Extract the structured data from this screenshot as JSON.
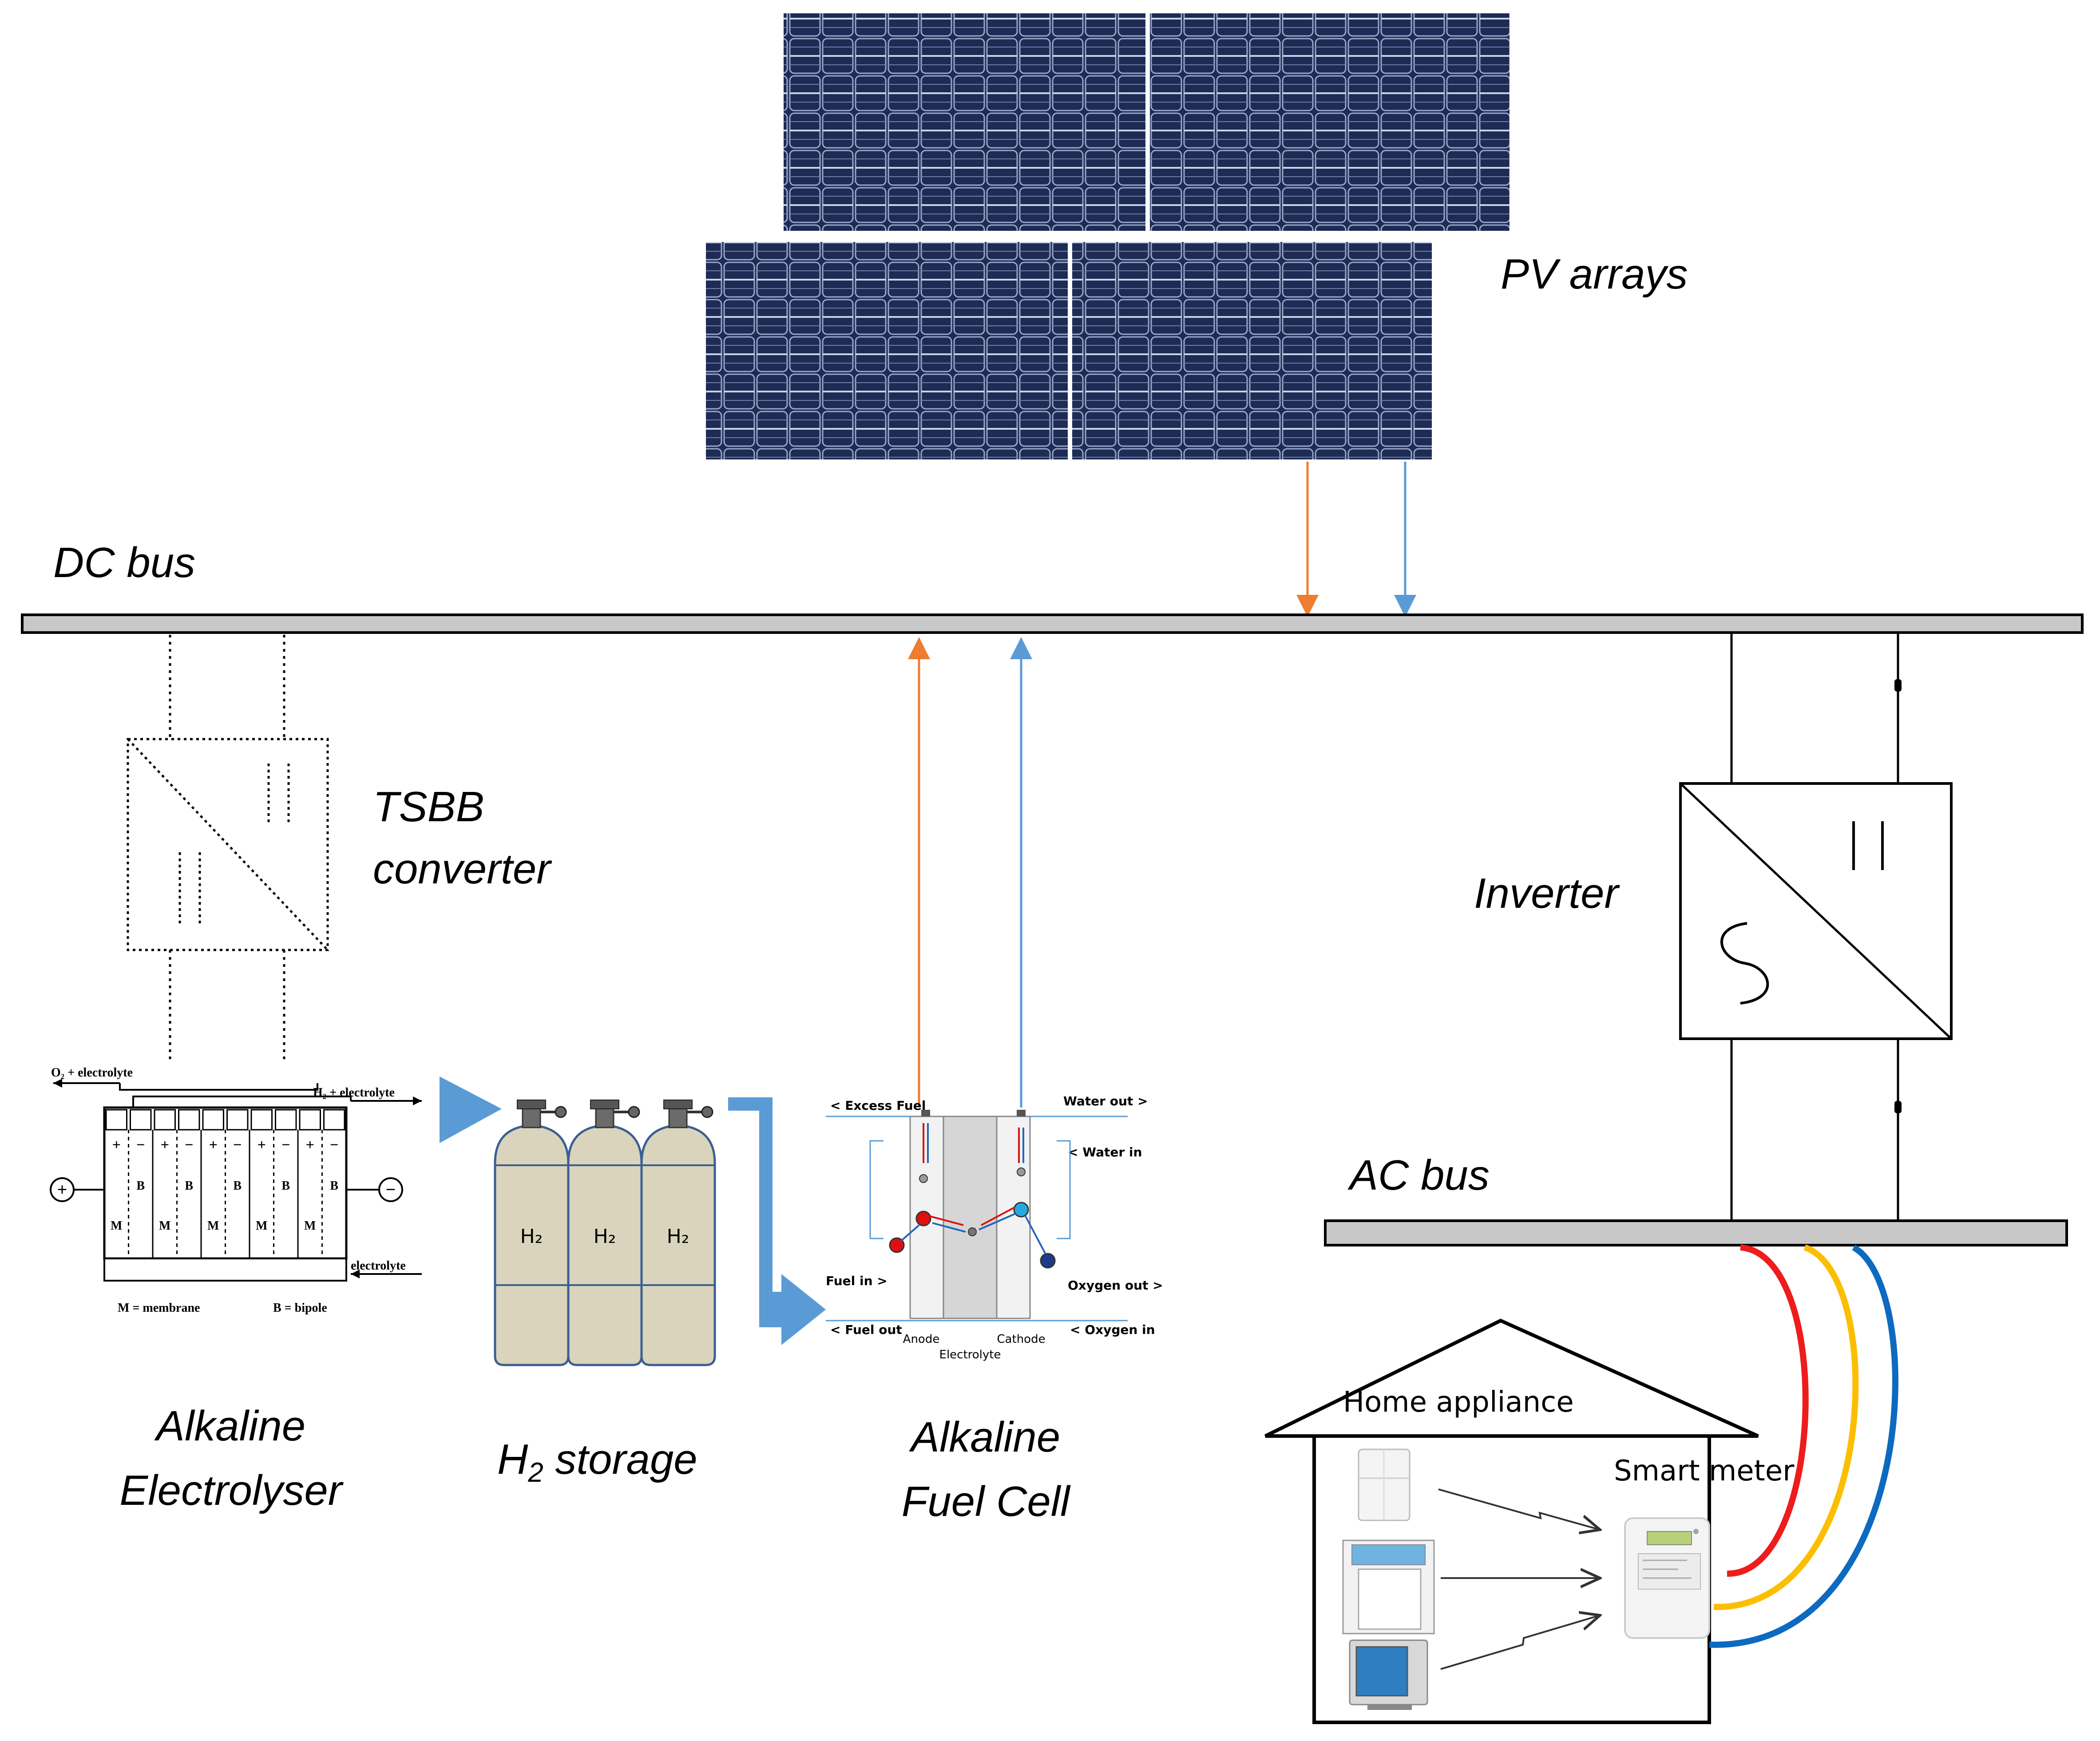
{
  "labels": {
    "pv_arrays": "PV arrays",
    "dc_bus": "DC bus",
    "tsbb_line1": "TSBB",
    "tsbb_line2": "converter",
    "inverter": "Inverter",
    "ac_bus": "AC bus",
    "electrolyser_line1": "Alkaline",
    "electrolyser_line2": "Electrolyser",
    "h2_storage_main": "H",
    "h2_storage_sub": "2",
    "h2_storage_rest": " storage",
    "fuel_cell_line1": "Alkaline",
    "fuel_cell_line2": "Fuel Cell",
    "home_appliance": "Home appliance",
    "smart_meter": "Smart meter"
  },
  "electrolyser_detail": {
    "o2_out": "O₂ + electrolyte",
    "h2_out": "H₂ + electrolyte",
    "electrolyte_in": "electrolyte",
    "legend_m": "M = membrane",
    "legend_b": "B = bipole",
    "cell_m": "M",
    "cell_b": "B",
    "plus": "+",
    "minus": "−"
  },
  "tank_label": "H₂",
  "fuel_cell_detail": {
    "excess_fuel": "< Excess Fuel",
    "water_out": "Water out >",
    "water_in": "< Water in",
    "fuel_in": "Fuel in >",
    "oxygen_out": "Oxygen out >",
    "fuel_out": "< Fuel out",
    "oxygen_in": "< Oxygen in",
    "anode": "Anode",
    "cathode": "Cathode",
    "electrolyte": "Electrolyte"
  },
  "colors": {
    "panel": "#1d2b55",
    "panel_grid": "#c9d2e6",
    "bus_fill": "#c8c8c8",
    "orange": "#ec7d31",
    "blue": "#5b9bd5",
    "big_arrow": "#5b9bd5",
    "tank": "#d9d4bb",
    "tank_line": "#3b5e94",
    "wire_red": "#ee1c1c",
    "wire_yellow": "#fcbe00",
    "wire_blue": "#0c6ac0"
  }
}
